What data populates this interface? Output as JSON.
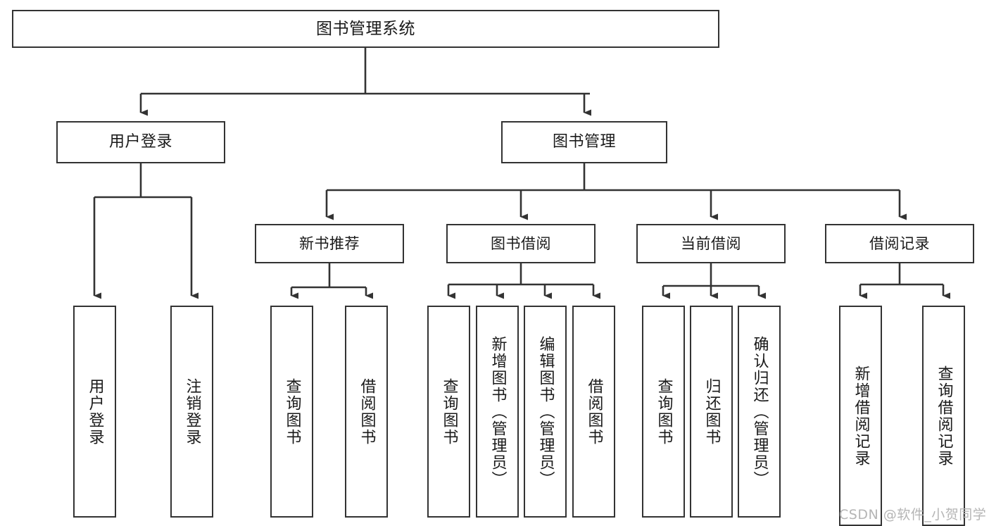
{
  "diagram": {
    "type": "tree",
    "title": "图书管理系统",
    "colors": {
      "box_border": "#333333",
      "box_fill": "#ffffff",
      "edge": "#333333",
      "text": "#1a1a1a",
      "watermark": "#b5b5b5"
    },
    "nodes": {
      "root": {
        "label": "图书管理系统"
      },
      "level2": [
        {
          "label": "用户登录"
        },
        {
          "label": "图书管理"
        }
      ],
      "level3": [
        {
          "label": "新书推荐"
        },
        {
          "label": "图书借阅"
        },
        {
          "label": "当前借阅"
        },
        {
          "label": "借阅记录"
        }
      ],
      "leaves": {
        "user_login": [
          {
            "label": "用户登录"
          },
          {
            "label": "注销登录"
          }
        ],
        "new_book": [
          {
            "label": "查询图书"
          },
          {
            "label": "借阅图书"
          }
        ],
        "book_borrow": [
          {
            "label": "查询图书"
          },
          {
            "label": "新增图书（管理员）"
          },
          {
            "label": "编辑图书（管理员）"
          },
          {
            "label": "借阅图书"
          }
        ],
        "current_borrow": [
          {
            "label": "查询图书"
          },
          {
            "label": "归还图书"
          },
          {
            "label": "确认归还（管理员）"
          }
        ],
        "borrow_record": [
          {
            "label": "新增借阅记录"
          },
          {
            "label": "查询借阅记录"
          }
        ]
      }
    },
    "watermark": "CSDN @软件_小贺同学"
  }
}
